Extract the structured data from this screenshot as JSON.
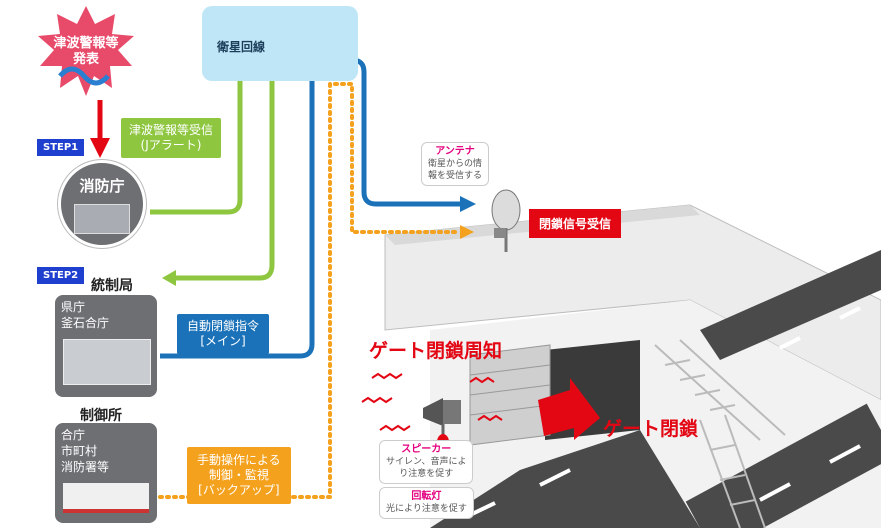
{
  "satellite": {
    "label": "衛星回線"
  },
  "alert": {
    "line1": "津波警報等",
    "line2": "発表"
  },
  "step1": {
    "label": "STEP1"
  },
  "step2": {
    "label": "STEP2"
  },
  "receive_box": {
    "line1": "津波警報等受信",
    "line2": "(Jアラート)"
  },
  "fdma": {
    "label": "消防庁"
  },
  "control_center": {
    "heading": "統制局",
    "line1": "県庁",
    "line2": "釜石合庁"
  },
  "auto_box": {
    "line1": "自動閉鎖指令",
    "line2": "[メイン]"
  },
  "control_office": {
    "heading": "制御所",
    "line1": "合庁",
    "line2": "市町村",
    "line3": "消防署等"
  },
  "manual_box": {
    "line1": "手動操作による",
    "line2": "制御・監視",
    "line3": "[バックアップ]"
  },
  "antenna": {
    "title": "アンテナ",
    "line1": "衛星からの情",
    "line2": "報を受信する"
  },
  "signal_label": "閉鎖信号受信",
  "gate_notice": "ゲート閉鎖周知",
  "gate_close": "ゲート閉鎖",
  "speaker": {
    "title": "スピーカー",
    "line1": "サイレン、音声によ",
    "line2": "り注意を促す"
  },
  "light": {
    "title": "回転灯",
    "line1": "光により注意を促す"
  },
  "colors": {
    "green": "#8ec63f",
    "blue": "#1b72b8",
    "orange": "#f4a11d",
    "red": "#e30613",
    "step": "#1f3fcf"
  }
}
